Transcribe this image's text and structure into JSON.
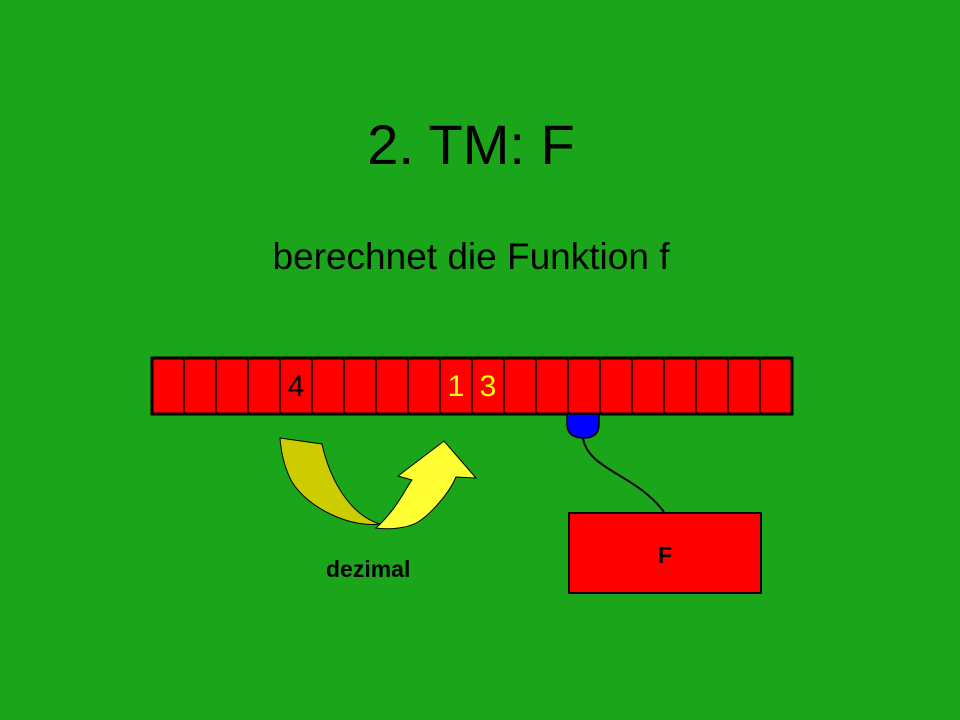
{
  "slide": {
    "title": "2. TM: F",
    "subtitle": "berechnet die Funktion f"
  },
  "tape": {
    "cell_count": 20,
    "symbols": [
      {
        "cell": 4,
        "text": "4",
        "color": "#000000"
      },
      {
        "cell": 9,
        "text": "1",
        "color": "#ffff00"
      },
      {
        "cell": 10,
        "text": "3",
        "color": "#ffff00"
      }
    ],
    "head_cell": 13,
    "colors": {
      "cell": "#ff0000",
      "head": "#0000ff"
    }
  },
  "conversion": {
    "label": "dezimal",
    "colors": {
      "left_arrow": "#cccc00",
      "right_arrow": "#ffff33"
    }
  },
  "machine": {
    "label": "F",
    "color": "#ff0000"
  },
  "colors": {
    "background": "#1aa51a"
  }
}
